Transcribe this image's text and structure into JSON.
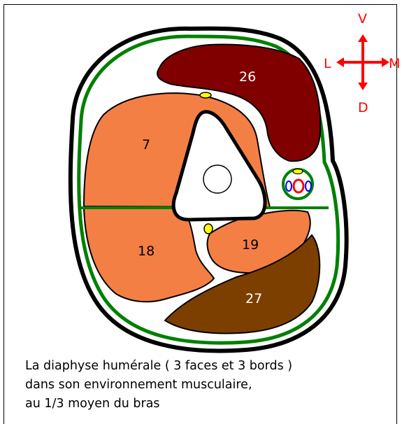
{
  "compass": {
    "top": "V",
    "left": "L",
    "right": "M",
    "bottom": "D"
  },
  "labels": {
    "m26": "26",
    "m7": "7",
    "m18": "18",
    "m19": "19",
    "m27": "27"
  },
  "caption": [
    "La diaphyse humérale ( 3 faces et 3 bords )",
    "dans son environnement musculaire,",
    "au 1/3 moyen  du bras"
  ],
  "colors": {
    "fascia": "#008000",
    "muscle_dark_red": "#800000",
    "muscle_orange": "#f47f44",
    "muscle_brown": "#7d3f00",
    "nerve": "#ffff00",
    "artery": "#ff0000",
    "vein": "#0000ff",
    "compass": "#ff0000"
  }
}
